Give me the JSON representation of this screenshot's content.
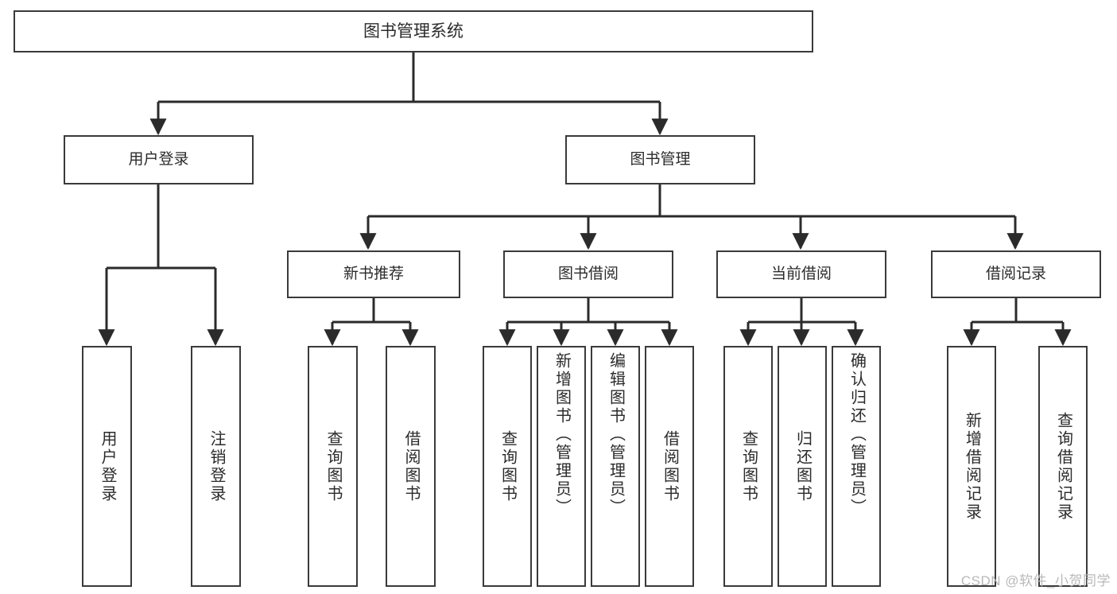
{
  "diagram": {
    "title": "图书管理系统",
    "type": "tree",
    "orientation": "top-down",
    "colors": {
      "node_border": "#3a3a3a",
      "node_fill": "#ffffff",
      "connector": "#2b2b2b",
      "text": "#2b2b2b",
      "background": "#ffffff",
      "watermark": "#b9b9b9"
    },
    "root": {
      "id": "root",
      "label": "图书管理系统"
    },
    "level2": [
      {
        "id": "user-login",
        "label": "用户登录"
      },
      {
        "id": "book-management",
        "label": "图书管理"
      }
    ],
    "level3": [
      {
        "id": "new-book-recommend",
        "label": "新书推荐",
        "parent": "book-management"
      },
      {
        "id": "book-borrow",
        "label": "图书借阅",
        "parent": "book-management"
      },
      {
        "id": "current-borrow",
        "label": "当前借阅",
        "parent": "book-management"
      },
      {
        "id": "borrow-record",
        "label": "借阅记录",
        "parent": "book-management"
      }
    ],
    "leaves": [
      {
        "id": "leaf-user-login",
        "label": "用户登录",
        "parent": "user-login"
      },
      {
        "id": "leaf-logout-login",
        "label": "注销登录",
        "parent": "user-login"
      },
      {
        "id": "leaf-query-book-1",
        "label": "查询图书",
        "parent": "new-book-recommend"
      },
      {
        "id": "leaf-borrow-book-1",
        "label": "借阅图书",
        "parent": "new-book-recommend"
      },
      {
        "id": "leaf-query-book-2",
        "label": "查询图书",
        "parent": "book-borrow"
      },
      {
        "id": "leaf-add-book",
        "label": "新增图书（管理员）",
        "parent": "book-borrow"
      },
      {
        "id": "leaf-edit-book",
        "label": "编辑图书（管理员）",
        "parent": "book-borrow"
      },
      {
        "id": "leaf-borrow-book-2",
        "label": "借阅图书",
        "parent": "book-borrow"
      },
      {
        "id": "leaf-query-book-3",
        "label": "查询图书",
        "parent": "current-borrow"
      },
      {
        "id": "leaf-return-book",
        "label": "归还图书",
        "parent": "current-borrow"
      },
      {
        "id": "leaf-confirm-return",
        "label": "确认归还（管理员）",
        "parent": "current-borrow"
      },
      {
        "id": "leaf-add-record",
        "label": "新增借阅记录",
        "parent": "borrow-record"
      },
      {
        "id": "leaf-query-record",
        "label": "查询借阅记录",
        "parent": "borrow-record"
      }
    ],
    "watermark": "CSDN @软件_小贺同学"
  }
}
